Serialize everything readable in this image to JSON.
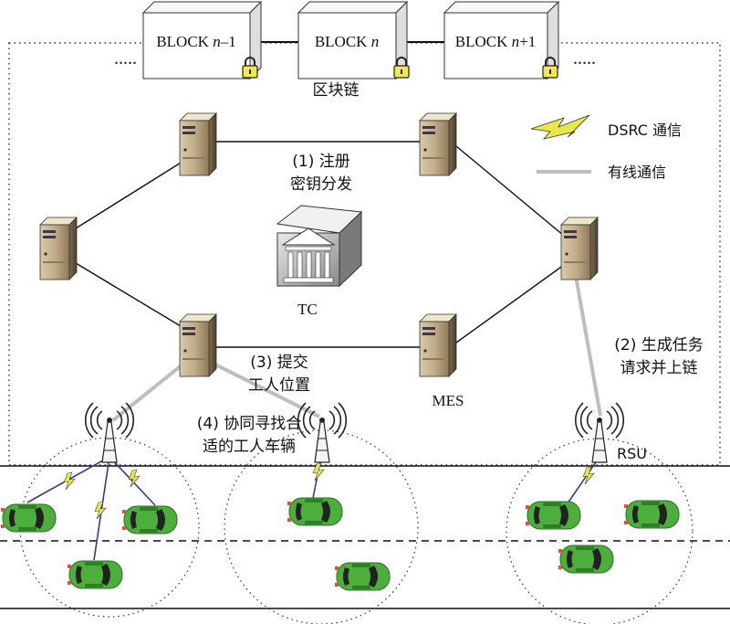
{
  "blockchain": {
    "blocks": [
      {
        "prefix": "BLOCK ",
        "index": "n",
        "suffix": "–1"
      },
      {
        "prefix": "BLOCK ",
        "index": "n",
        "suffix": ""
      },
      {
        "prefix": "BLOCK ",
        "index": "n",
        "suffix": "+1"
      }
    ],
    "ellipsis_left": ".....",
    "ellipsis_right": ".....",
    "label": "区块链"
  },
  "legend": {
    "dsrc_label": "DSRC 通信",
    "wired_label": "有线通信"
  },
  "steps": {
    "step1_line1": "(1) 注册",
    "step1_line2": "密钥分发",
    "step2_line1": "(2) 生成任务",
    "step2_line2": "请求并上链",
    "step3_line1": "(3) 提交",
    "step3_line2": "工人位置",
    "step4_line1": "(4) 协同寻找合",
    "step4_line2": "适的工人车辆"
  },
  "nodes": {
    "tc_label": "TC",
    "mes_label": "MES",
    "rsu_label": "RSU"
  },
  "colors": {
    "car_body": "#4caf3c",
    "car_window": "#222222",
    "lightning": "#e8e84a",
    "wired": "#bdbdbd",
    "lock": "#f2e84a"
  }
}
